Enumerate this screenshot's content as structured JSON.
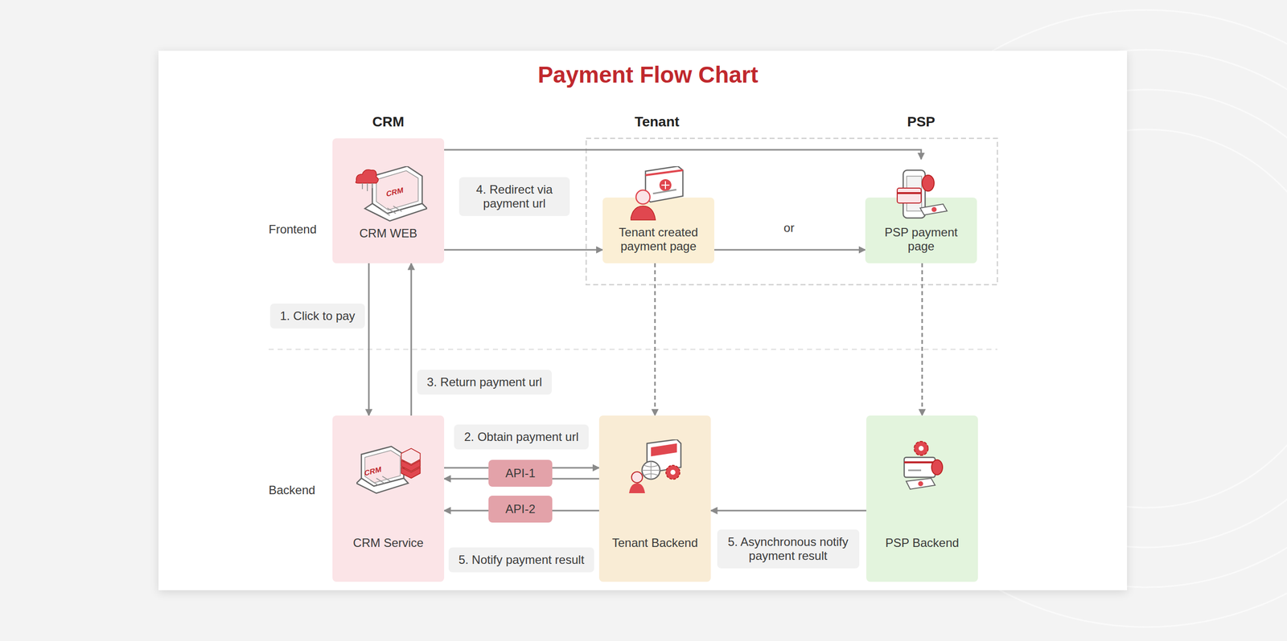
{
  "diagram": {
    "title": "Payment Flow Chart",
    "nodes": [
      {
        "text": [
          "CRM WEB"
        ]
      },
      {
        "text": [
          "Tenant created payment page"
        ]
      },
      {
        "text": [
          "PSP payment page"
        ]
      },
      {
        "text": [
          "CRM Service"
        ]
      },
      {
        "text": [
          "Tenant Backend"
        ]
      },
      {
        "text": [
          "PSP Backend"
        ]
      }
    ],
    "edges": [
      {
        "from": 0,
        "to": 2,
        "arrow": "to"
      },
      {
        "from": 0,
        "to": 1,
        "label": "4. Redirect via payment url",
        "arrow": "to"
      },
      {
        "from": 1,
        "to": 2,
        "label": "or",
        "arrow": "to"
      },
      {
        "from": 0,
        "to": 3,
        "label": "1. Click to pay",
        "arrow": "to"
      },
      {
        "from": 3,
        "to": 0,
        "label": "3. Return payment url",
        "arrow": "to"
      },
      {
        "from": 1,
        "to": 4,
        "arrow": "to"
      },
      {
        "from": 2,
        "to": 5,
        "arrow": "to"
      },
      {
        "from": 3,
        "to": 4,
        "label": "API-1",
        "arrow": "both"
      },
      {
        "from": 5,
        "to": 4,
        "label": "5. Asynchronous notify payment result",
        "arrow": "to"
      },
      {
        "from": 4,
        "to": 3,
        "label": "API-2",
        "arrow": "to"
      }
    ],
    "labels": [
      "CRM",
      "Tenant",
      "PSP",
      "Frontend",
      "Backend",
      "2. Obtain payment url",
      "5. Notify payment result",
      "CRM",
      "CRM"
    ]
  }
}
